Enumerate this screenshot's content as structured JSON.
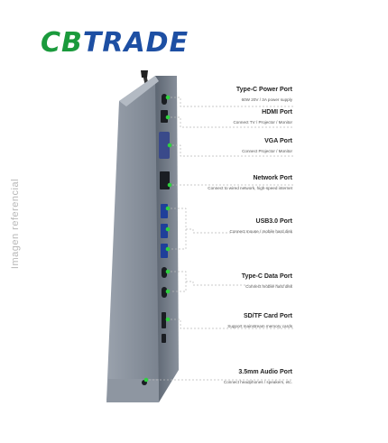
{
  "brand": {
    "part1": "CB",
    "part2": "TRADE"
  },
  "watermark": "Imagen referencial",
  "ports": [
    {
      "title": "Type-C Power Port",
      "desc": "60W 20V / 3A power supply"
    },
    {
      "title": "HDMI Port",
      "desc": "Connect TV / Projector / Monitor"
    },
    {
      "title": "VGA Port",
      "desc": "Connect Projector / Monitor"
    },
    {
      "title": "Network Port",
      "desc": "Connect to wired network, high-speed internet"
    },
    {
      "title": "USB3.0 Port",
      "desc": "Connect mouse / mobile hard disk"
    },
    {
      "title": "Type-C Data Port",
      "desc": "Connect mobile hard disk"
    },
    {
      "title": "SD/TF Card Port",
      "desc": "Support mainstream memory cards"
    },
    {
      "title": "3.5mm Audio Port",
      "desc": "Connect headphones / speakers, etc."
    }
  ],
  "colors": {
    "brand_green": "#1a9a3c",
    "brand_blue": "#1d4fa3",
    "indicator": "#2fd13f",
    "body": "#7d8694"
  }
}
